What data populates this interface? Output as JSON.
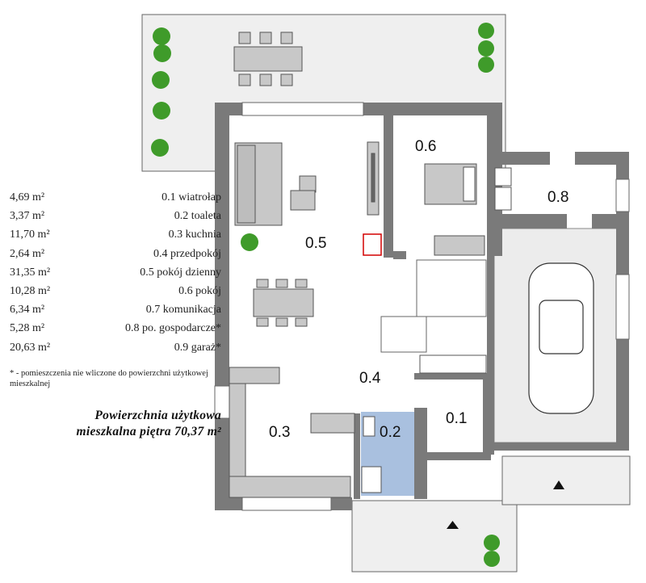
{
  "rooms": [
    {
      "id": "0.1",
      "name": "wiatrołap",
      "area": "4,69 m²"
    },
    {
      "id": "0.2",
      "name": "toaleta",
      "area": "3,37 m²"
    },
    {
      "id": "0.3",
      "name": "kuchnia",
      "area": "11,70 m²"
    },
    {
      "id": "0.4",
      "name": "przedpokój",
      "area": "2,64 m²"
    },
    {
      "id": "0.5",
      "name": "pokój dzienny",
      "area": "31,35 m²"
    },
    {
      "id": "0.6",
      "name": "pokój",
      "area": "10,28 m²"
    },
    {
      "id": "0.7",
      "name": "komunikacja",
      "area": "6,34 m²"
    },
    {
      "id": "0.8",
      "name": "po. gospodarcze*",
      "area": "5,28 m²"
    },
    {
      "id": "0.9",
      "name": "garaż*",
      "area": "20,63 m²"
    }
  ],
  "legend_lines": [
    "0.1 wiatrołap",
    "0.2 toaleta",
    "0.3 kuchnia",
    "0.4 przedpokój",
    "0.5 pokój dzienny",
    "0.6 pokój",
    "0.7 komunikacja",
    "0.8 po. gospodarcze*",
    "0.9 garaż*"
  ],
  "note": "* - pomieszczenia nie wliczone do powierzchni użytkowej mieszkalnej",
  "summary_line1": "Powierzchnia użytkowa",
  "summary_line2": "mieszkalna piętra 70,37 m²",
  "colors": {
    "wall": "#7a7a7a",
    "furniture": "#c8c8c8",
    "terrace": "#efefef",
    "toilet_highlight": "#a9c0df",
    "plant": "#3f9b2a",
    "radiator": "#d40000"
  }
}
